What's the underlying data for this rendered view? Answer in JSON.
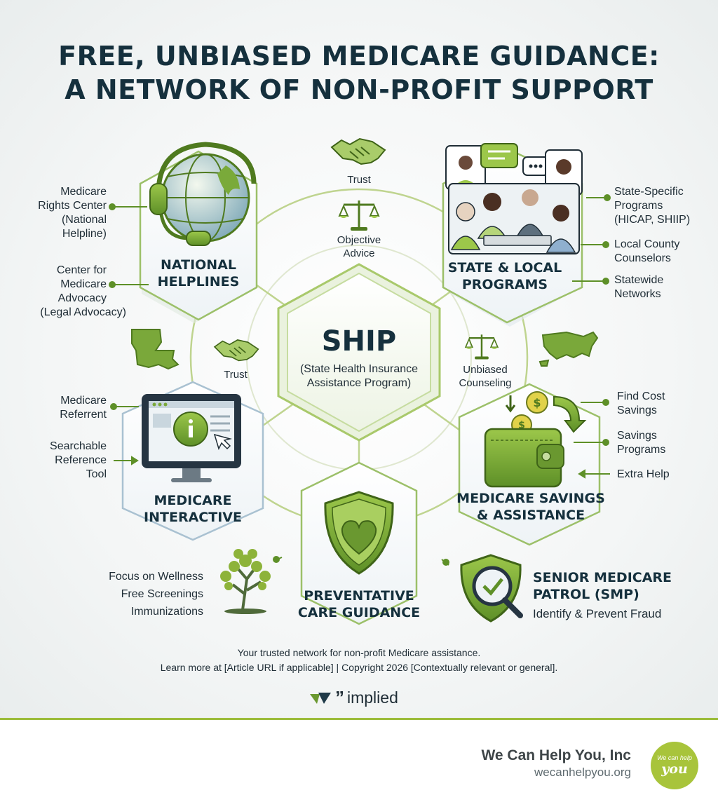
{
  "title": {
    "line1": "FREE, UNBIASED MEDICARE GUIDANCE:",
    "line2": "A NETWORK OF NON-PROFIT SUPPORT"
  },
  "center": {
    "label": "SHIP",
    "sub1": "(State Health Insurance",
    "sub2": "Assistance Program)"
  },
  "nodes": {
    "national": {
      "line1": "NATIONAL",
      "line2": "HELPLINES"
    },
    "state": {
      "line1": "STATE & LOCAL",
      "line2": "PROGRAMS"
    },
    "interactive": {
      "line1": "MEDICARE",
      "line2": "INTERACTIVE"
    },
    "savings": {
      "line1": "MEDICARE SAVINGS",
      "line2": "& ASSISTANCE"
    },
    "preventative": {
      "line1": "PREVENTATIVE",
      "line2": "CARE GUIDANCE"
    },
    "smp": {
      "line1": "SENIOR MEDICARE",
      "line2": "PATROL (SMP)",
      "desc": "Identify & Prevent Fraud"
    }
  },
  "connectors": {
    "trust_top": "Trust",
    "objective": {
      "line1": "Objective",
      "line2": "Advice"
    },
    "trust_left": "Trust",
    "unbiased": {
      "line1": "Unbiased",
      "line2": "Counseling"
    }
  },
  "callouts": {
    "mrc": [
      "Medicare",
      "Rights Center",
      "(National",
      "Helpline)"
    ],
    "cma": [
      "Center for",
      "Medicare",
      "Advocacy",
      "(Legal Advocacy)"
    ],
    "state_specific": [
      "State-Specific",
      "Programs",
      "(HICAP, SHIIP)"
    ],
    "county": [
      "Local County",
      "Counselors"
    ],
    "statewide": [
      "Statewide",
      "Networks"
    ],
    "referrent": [
      "Medicare",
      "Referrent"
    ],
    "searchable": [
      "Searchable",
      "Reference",
      "Tool"
    ],
    "find_cost": [
      "Find Cost",
      "Savings"
    ],
    "savings_programs": [
      "Savings",
      "Programs"
    ],
    "extra_help": "Extra Help",
    "wellness": [
      "Focus on Wellness",
      "Free Screenings",
      "Immunizations"
    ]
  },
  "footer": {
    "line1": "Your trusted network for non-profit Medicare assistance.",
    "line2": "Learn more at [Article URL if applicable] | Copyright 2026 [Contextually relevant or general]."
  },
  "logo": {
    "quote": "”",
    "word": "implied"
  },
  "brand": {
    "name": "We Can Help You, Inc",
    "url": "wecanhelpyou.org",
    "badge_top": "We can help",
    "badge_main": "you"
  },
  "colors": {
    "accent_green": "#8db33a",
    "dark_green": "#4f7a1f",
    "title_navy": "#15303d",
    "rule": "#9cbc3a"
  },
  "icons": [
    "globe-headset-icon",
    "handshake-icon",
    "scales-icon",
    "people-meeting-icon",
    "louisiana-map-icon",
    "usa-map-icon",
    "monitor-info-icon",
    "wallet-coin-icon",
    "shield-heart-icon",
    "tree-icon",
    "magnifier-shield-icon",
    "implied-logo-icon"
  ]
}
